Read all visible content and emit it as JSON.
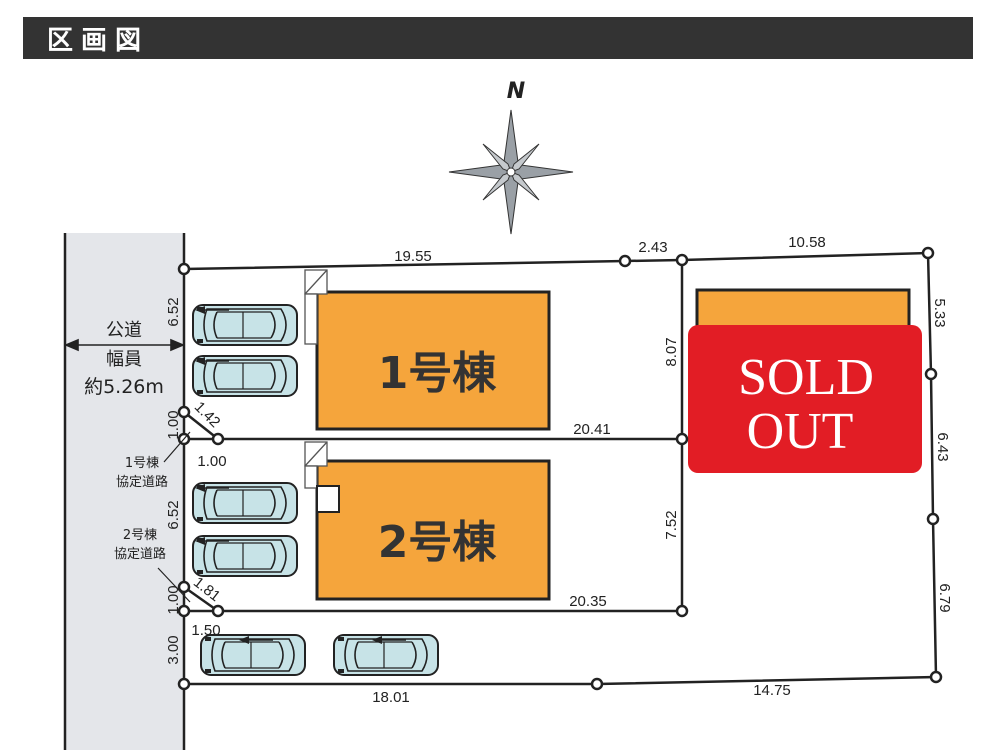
{
  "header": {
    "title": "区画図"
  },
  "compass": {
    "north_label": "N"
  },
  "road": {
    "line1": "公道",
    "line2": "幅員",
    "line3": "約5.26m"
  },
  "buildings": {
    "lot1": "1号棟",
    "lot2": "2号棟",
    "sold_out_line1": "SOLD",
    "sold_out_line2": "OUT"
  },
  "annotations": {
    "road1_line1": "1号棟",
    "road1_line2": "協定道路",
    "road2_line1": "2号棟",
    "road2_line2": "協定道路"
  },
  "dimensions": {
    "top_left": "19.55",
    "top_mid": "2.43",
    "top_right": "10.58",
    "left_lot1": "6.52",
    "left_road1": "1.00",
    "diag_road1": "1.42",
    "under_road1": "1.00",
    "left_lot2": "6.52",
    "left_road2": "1.00",
    "diag_road2": "1.81",
    "under_road2": "1.50",
    "left_bottom": "3.00",
    "mid_line1": "20.41",
    "mid_line2": "20.35",
    "inner_upper": "8.07",
    "inner_lower": "7.52",
    "right_top": "5.33",
    "right_mid": "6.43",
    "right_lower": "6.79",
    "bottom_left": "18.01",
    "bottom_right": "14.75"
  },
  "colors": {
    "building": "#f5a53c",
    "sold_out": "#e21d25",
    "road": "#e4e6ea",
    "car": "#c7e3e7",
    "header_bg": "#333333"
  }
}
